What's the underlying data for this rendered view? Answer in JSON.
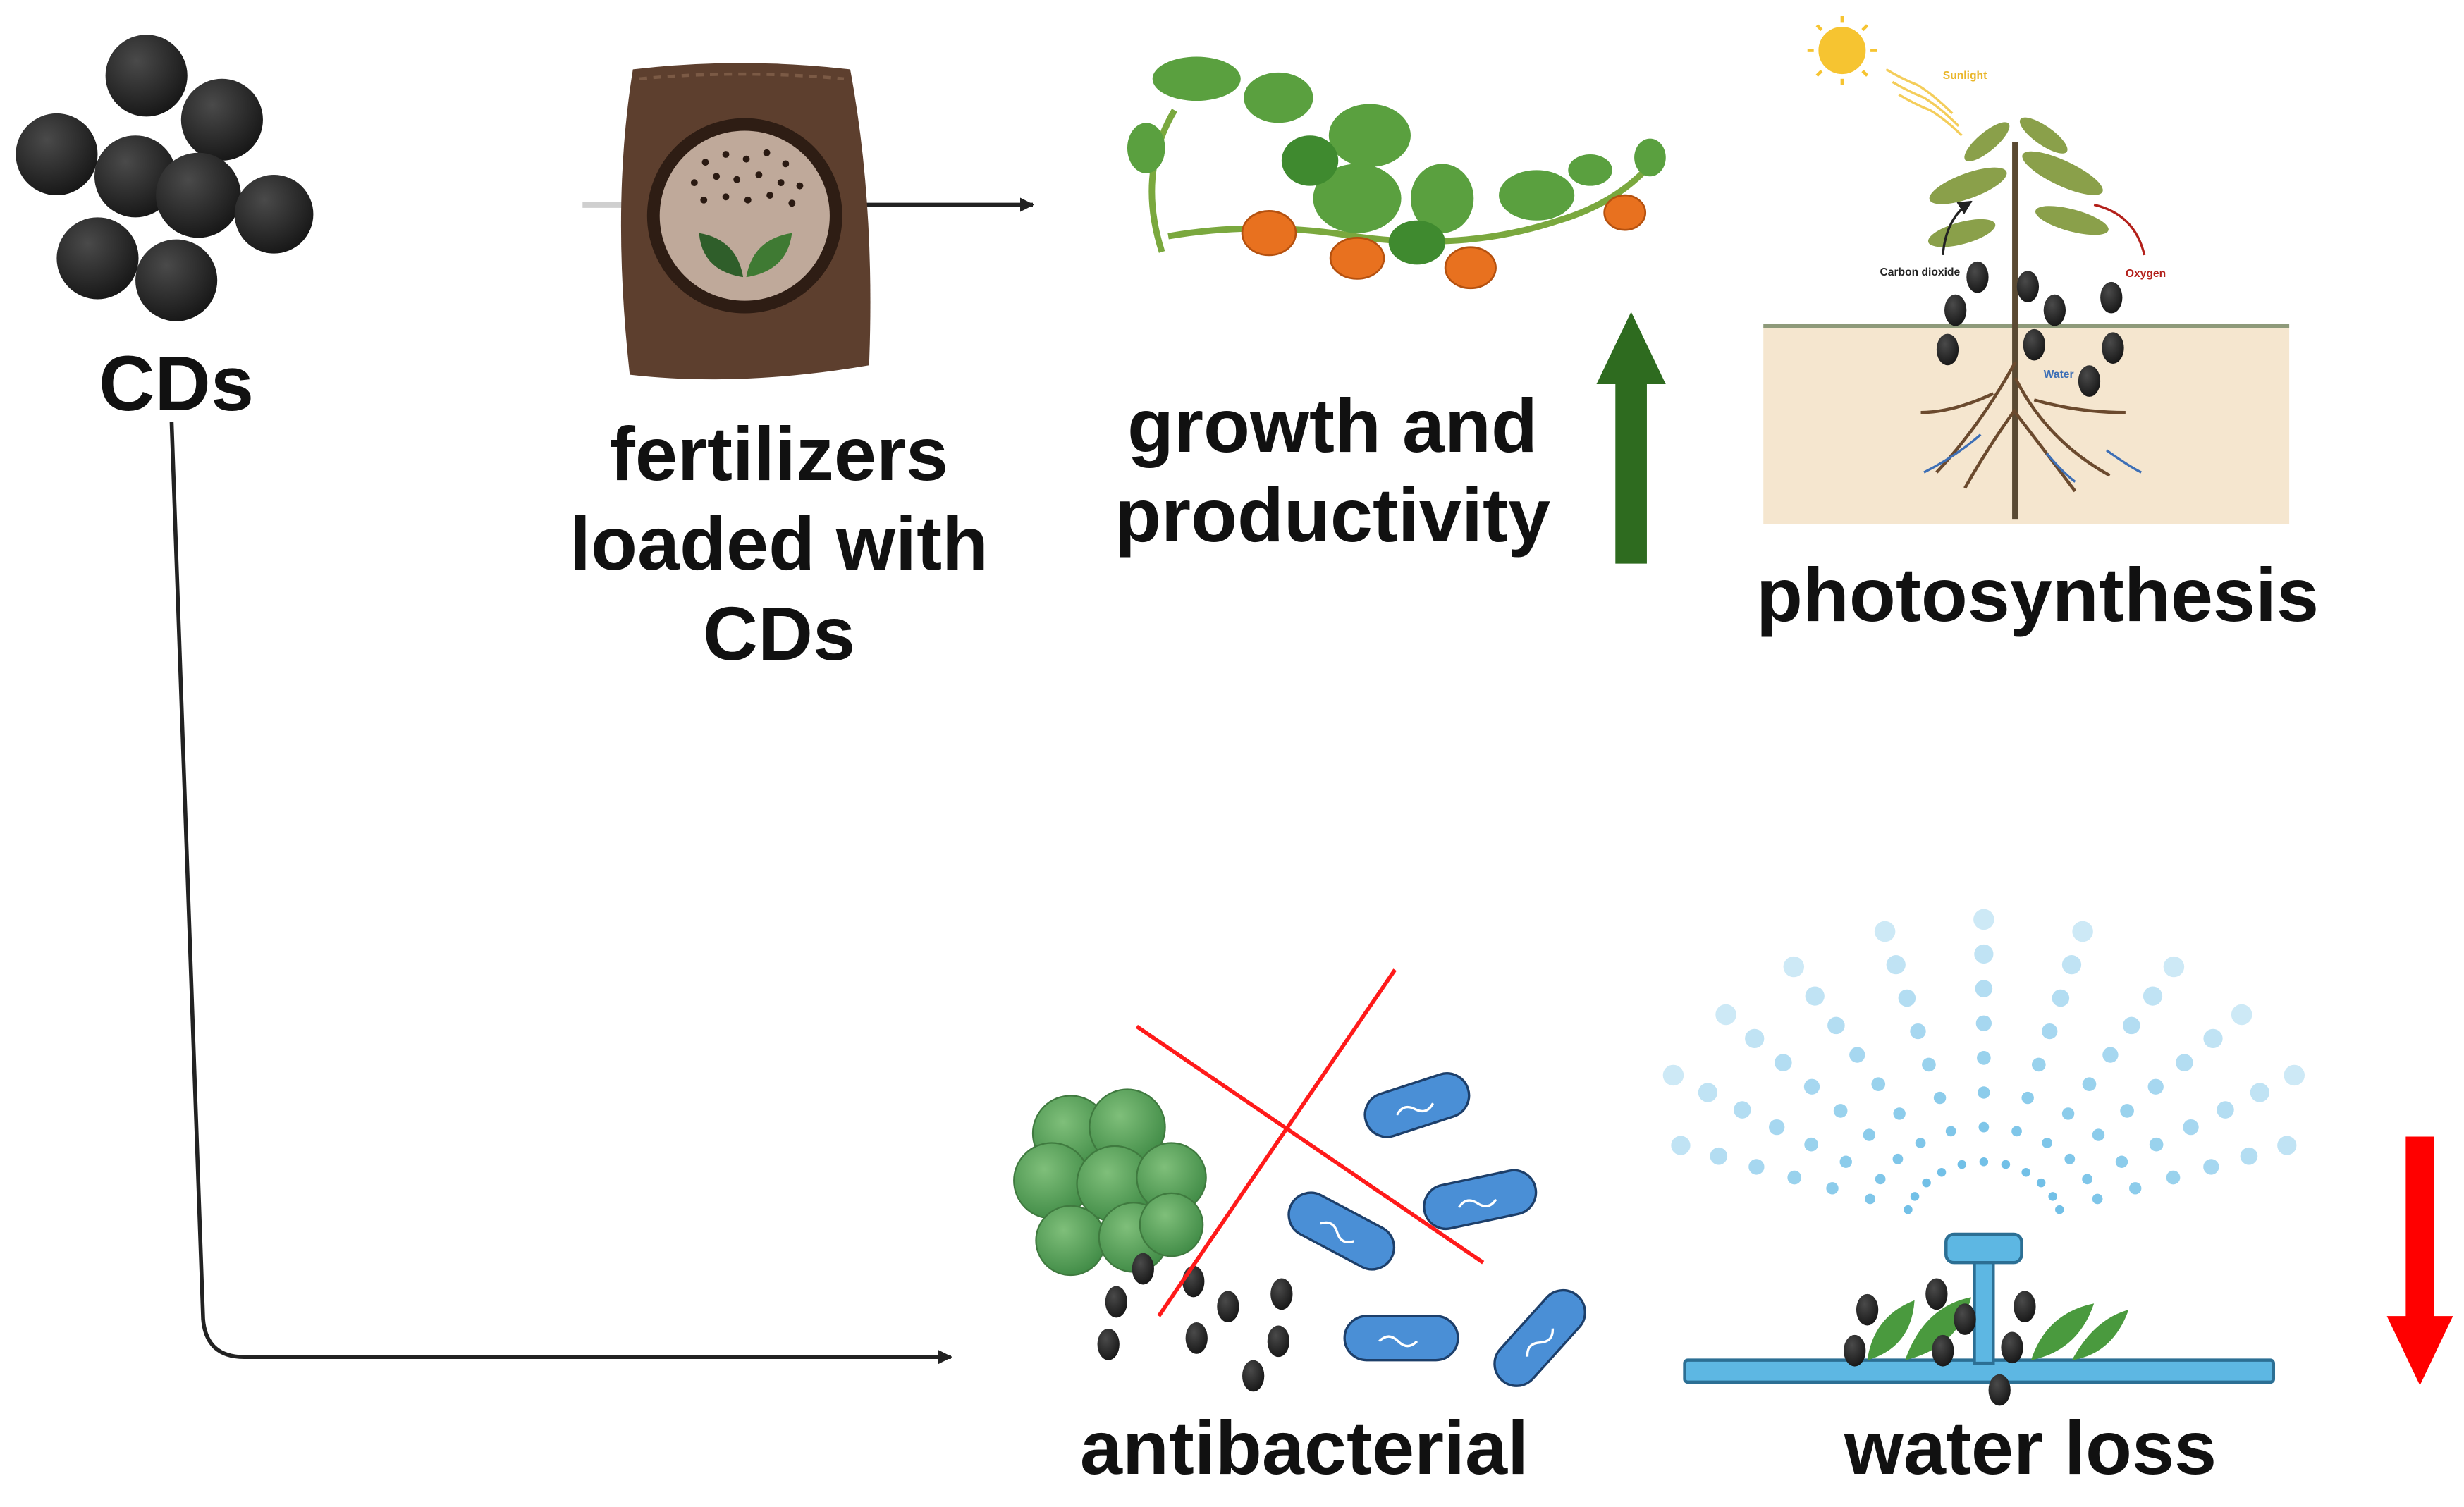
{
  "labels": {
    "cds": "CDs",
    "fertilizers": "fertilizers\nloaded with\nCDs",
    "growth": "growth and\nproductivity",
    "photosynthesis": "photosynthesis",
    "antibacterial": "antibacterial",
    "water_loss": "water loss"
  },
  "photosynthesis_callouts": {
    "sunlight": "Sunlight",
    "carbon_dioxide": "Carbon dioxide",
    "oxygen": "Oxygen",
    "water": "Water"
  },
  "colors": {
    "cd_particle": "#232323",
    "bag": "#5d3f2e",
    "leaf": "#4a8a36",
    "pumpkin": "#e8711f",
    "increase_arrow": "#2e6b1f",
    "decrease_arrow": "#ff0000",
    "bacteria": "#4a8fd6",
    "cross_out": "#ff1a1a",
    "water_drop": "#5db7e3",
    "soil": "#f5e6cf",
    "sun": "#f6c431"
  },
  "icons": {
    "cd_cluster": "cd-particle-cluster-icon",
    "fertilizer": "fertilizer-bag-icon",
    "plant": "pumpkin-vine-icon",
    "photosynthesis": "photosynthesis-plant-icon",
    "antibacterial": "bacteria-crossed-icon",
    "sprinkler": "sprinkler-icon"
  },
  "trends": {
    "growth": "increase",
    "water_loss": "decrease"
  }
}
